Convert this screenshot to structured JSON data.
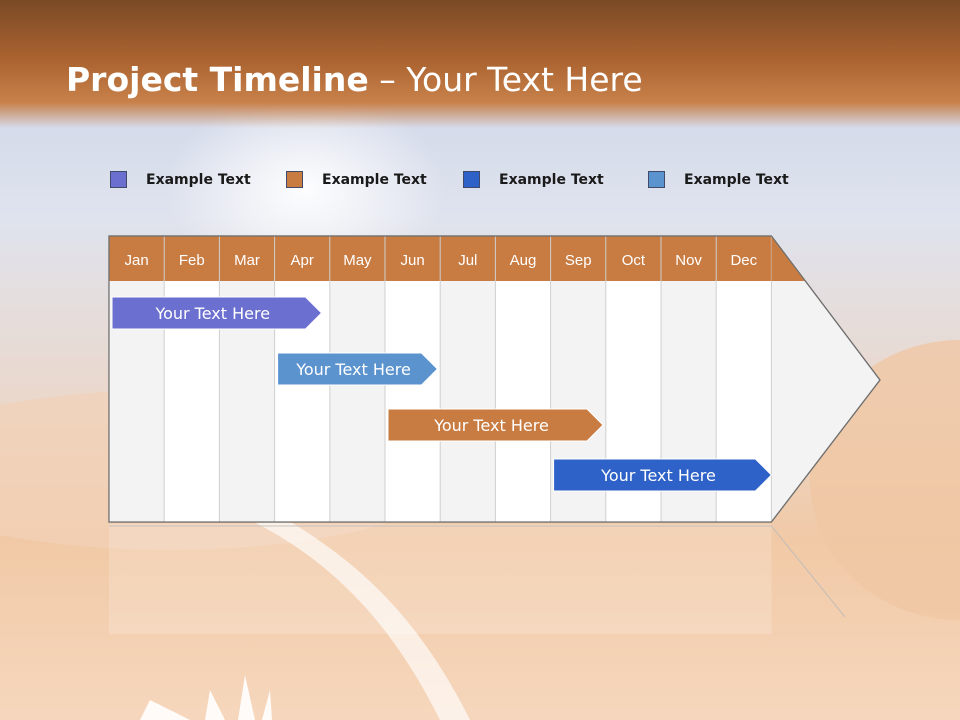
{
  "slide": {
    "title_bold": "Project Timeline",
    "title_rest": " – Your Text Here"
  },
  "legend": [
    {
      "label": "Example Text",
      "color": "#6b6fcf"
    },
    {
      "label": "Example Text",
      "color": "#c97c42"
    },
    {
      "label": "Example Text",
      "color": "#2f62c9"
    },
    {
      "label": "Example Text",
      "color": "#5b93cf"
    }
  ],
  "timeline": {
    "header_color": "#c97c42",
    "months": [
      "Jan",
      "Feb",
      "Mar",
      "Apr",
      "May",
      "Jun",
      "Jul",
      "Aug",
      "Sep",
      "Oct",
      "Nov",
      "Dec"
    ],
    "tasks": [
      {
        "label": "Your  Text Here",
        "start": 0,
        "end": 3.85,
        "color": "#6b6fcf"
      },
      {
        "label": "Your  Text Here",
        "start": 3,
        "end": 5.95,
        "color": "#5b93cf"
      },
      {
        "label": "Your  Text Here",
        "start": 5,
        "end": 8.95,
        "color": "#c97c42"
      },
      {
        "label": "Your  Text Here",
        "start": 8,
        "end": 12,
        "color": "#2f62c9"
      }
    ]
  }
}
